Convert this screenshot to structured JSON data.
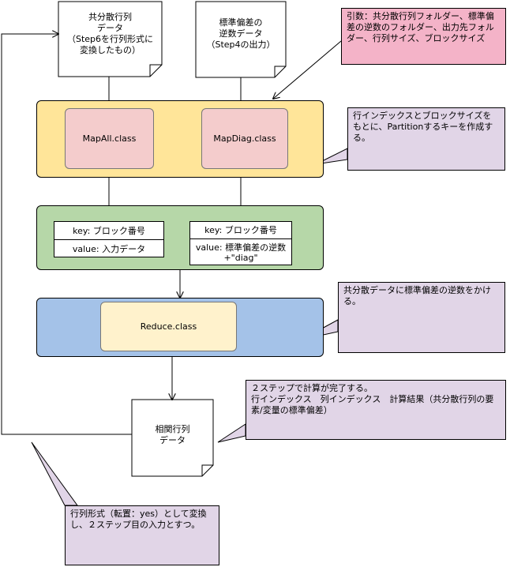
{
  "docs": {
    "covariance": "共分散行列\nデータ\n（Step6を行列形式に\n変換したもの）",
    "stddev_inv": "標準偏差の\n逆数データ\n（Step4の出力）",
    "correlation": "相関行列\nデータ"
  },
  "notes": {
    "arguments": "引数：共分散行列フォルダー、標準偏差の逆数のフォルダー、出力先フォルダー、行列サイズ、ブロックサイズ",
    "partition": "行インデックスとブロックサイズをもとに、Partitionするキーを作成する。",
    "reduce": "共分散データに標準偏差の逆数をかける。",
    "complete": "２ステップで計算が完了する。\n行インデックス　列インデックス　計算結果（共分散行列の要素/変量の標準偏差）",
    "convert": "行列形式（転置：yes）として変換し、２ステップ目の入力とすつ。"
  },
  "classes": {
    "map_all": "MapAll.class",
    "map_diag": "MapDiag.class",
    "reduce": "Reduce.class"
  },
  "kv": {
    "left": {
      "key": "key: ブロック番号",
      "value": "value: 入力データ"
    },
    "right": {
      "key": "key: ブロック番号",
      "value": "value: 標準偏差の逆数\n+\"diag\""
    }
  },
  "colors": {
    "map_panel": "#ffe599",
    "class_box": "#f4cccc",
    "kv_panel": "#b6d7a8",
    "reduce_panel": "#a4c2e8",
    "reduce_class": "#fff2cc",
    "pink_note": "#f4b3c8",
    "lavender_note": "#e1d5e7"
  }
}
